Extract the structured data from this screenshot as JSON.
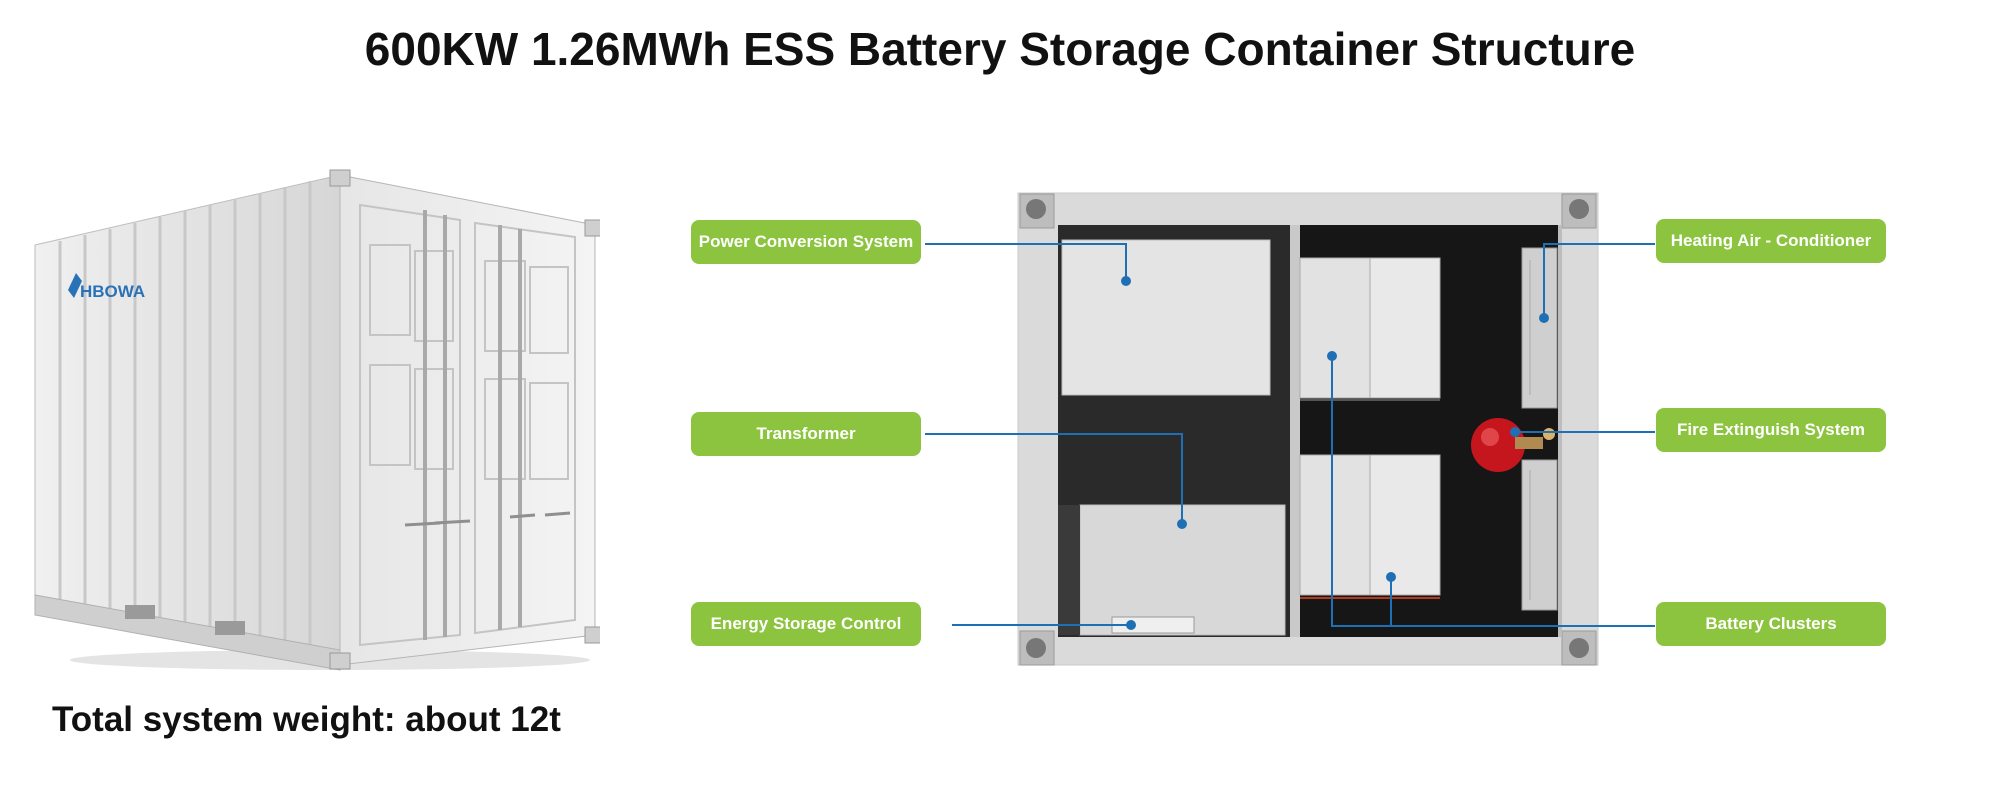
{
  "title": "600KW 1.26MWh ESS Battery Storage Container Structure",
  "weight_text": "Total system weight: about 12t",
  "brand": "HBOWA",
  "labels": {
    "pcs": "Power Conversion System",
    "transformer": "Transformer",
    "esc": "Energy Storage Control",
    "hvac": "Heating Air - Conditioner",
    "fire": "Fire Extinguish System",
    "battery": "Battery Clusters"
  },
  "colors": {
    "label_bg": "#8cc43f",
    "leader_line": "#1f6fb5",
    "container_white": "#e8e8e8",
    "interior_dark": "#1a1a1a",
    "extinguisher_red": "#c4161c"
  }
}
